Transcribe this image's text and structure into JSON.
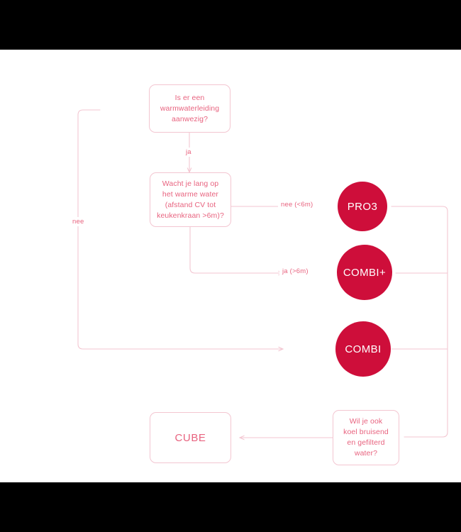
{
  "diagram": {
    "title": "Keuzehulp warm water kraan flowchart",
    "colors": {
      "line": "#F3C6D1",
      "text_pink": "#E8637F",
      "circle_fill": "#CE0E3A",
      "circle_text": "#FFFFFF",
      "canvas": "#FFFFFF",
      "letterbox": "#000000"
    },
    "nodes": {
      "question_warmwaterleiding": {
        "lines": [
          "Is er een",
          "warmwaterleiding",
          "aanwezig?"
        ]
      },
      "question_wachttijd": {
        "lines": [
          "Wacht je lang op",
          "het warme water",
          "(afstand CV tot",
          "keukenkraan >6m)?"
        ]
      },
      "question_bruisend": {
        "lines": [
          "Wil je ook",
          "koel bruisend",
          "en gefilterd",
          "water?"
        ]
      },
      "product_pro3": {
        "label": "PRO3"
      },
      "product_combiplus": {
        "label": "COMBI+"
      },
      "product_combi": {
        "label": "COMBI"
      },
      "product_cube": {
        "label": "CUBE"
      }
    },
    "edges": {
      "ja": {
        "label": "ja"
      },
      "nee": {
        "label": "nee"
      },
      "nee_under_6m": {
        "label": "nee (<6m)"
      },
      "ja_over_6m": {
        "label": "ja (>6m)"
      }
    }
  }
}
